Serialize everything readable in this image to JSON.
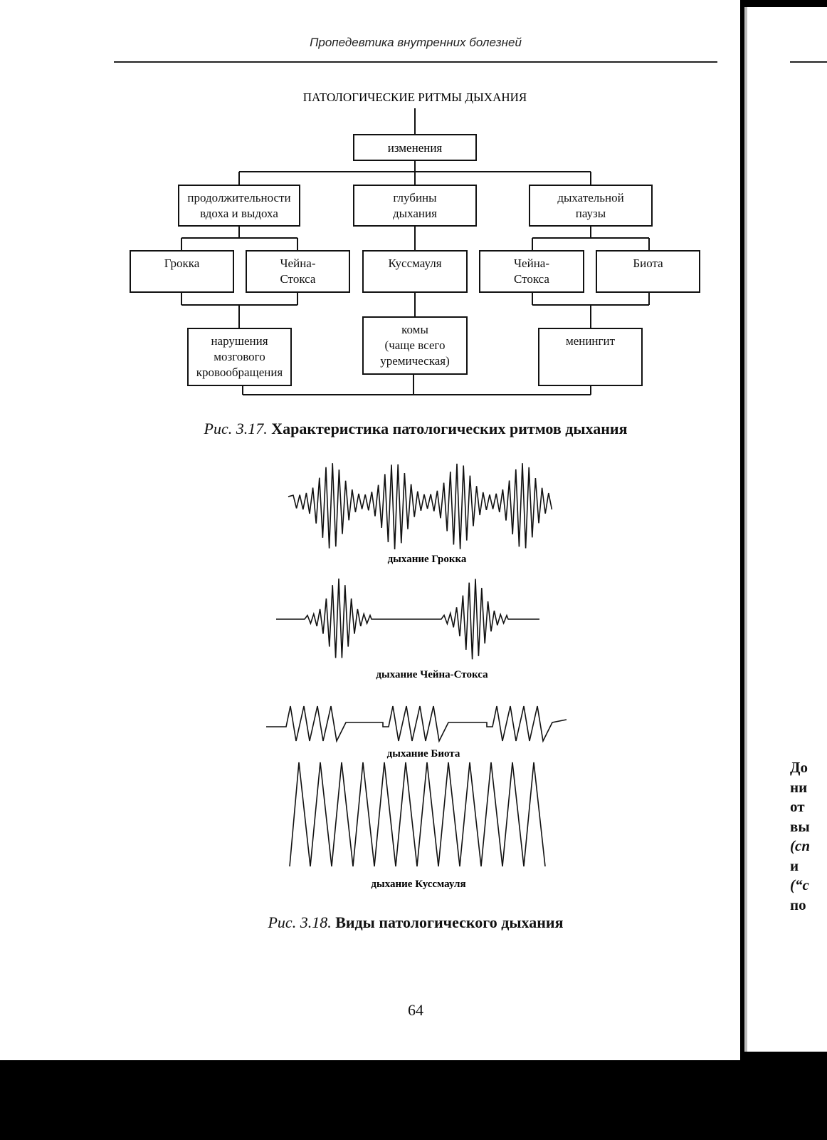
{
  "header": {
    "running_title": "Пропедевтика внутренних болезней"
  },
  "diagram": {
    "title": "ПАТОЛОГИЧЕСКИЕ РИТМЫ ДЫХАНИЯ",
    "root": "изменения",
    "categories": [
      {
        "lines": [
          "продолжительности",
          "вдоха и выдоха"
        ]
      },
      {
        "lines": [
          "глубины",
          "дыхания"
        ]
      },
      {
        "lines": [
          "дыхательной",
          "паузы"
        ]
      }
    ],
    "types": [
      {
        "lines": [
          "Грокка"
        ]
      },
      {
        "lines": [
          "Чейна-",
          "Стокса"
        ]
      },
      {
        "lines": [
          "Куссмауля"
        ]
      },
      {
        "lines": [
          "Чейна-",
          "Стокса"
        ]
      },
      {
        "lines": [
          "Биота"
        ]
      }
    ],
    "causes": [
      {
        "lines": [
          "нарушения",
          "мозгового",
          "кровообращения"
        ]
      },
      {
        "lines": [
          "комы",
          "(чаще всего",
          "уремическая)"
        ]
      },
      {
        "lines": [
          "менингит"
        ]
      }
    ]
  },
  "figure_317": {
    "number": "Рис. 3.17.",
    "caption": "Характеристика патологических ритмов дыхания"
  },
  "waveforms": [
    {
      "label": "дыхание Грокка"
    },
    {
      "label": "дыхание Чейна-Стокса"
    },
    {
      "label": "дыхание Биота"
    },
    {
      "label": "дыхание Куссмауля"
    }
  ],
  "figure_318": {
    "number": "Рис. 3.18.",
    "caption": "Виды патологического дыхания"
  },
  "page_number": "64",
  "neighbor_page_fragment": [
    "До",
    "ни",
    "от",
    "вы",
    "(сп",
    "и",
    "(“с",
    "по"
  ]
}
